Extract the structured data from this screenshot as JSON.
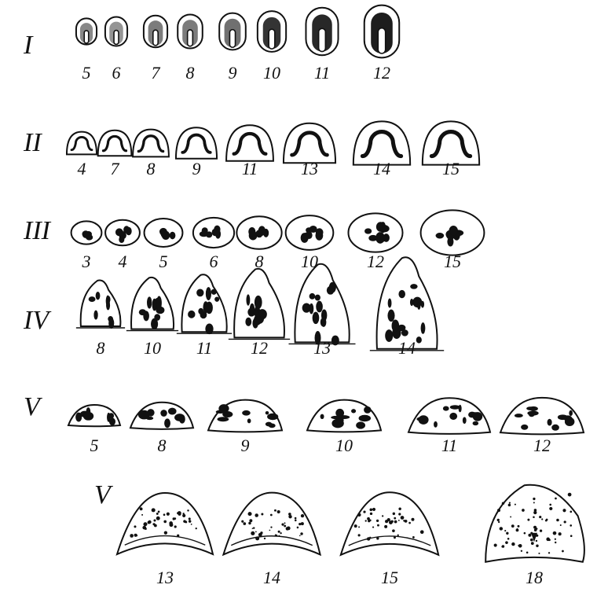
{
  "rows": [
    {
      "label": "I",
      "specimens": [
        {
          "number": "5",
          "shape": "arch",
          "size": 0.18,
          "fill": 0.5
        },
        {
          "number": "6",
          "shape": "arch",
          "size": 0.24,
          "fill": 0.45
        },
        {
          "number": "7",
          "shape": "arch",
          "size": 0.3,
          "fill": 0.55
        },
        {
          "number": "8",
          "shape": "arch",
          "size": 0.34,
          "fill": 0.55
        },
        {
          "number": "9",
          "shape": "arch",
          "size": 0.4,
          "fill": 0.6
        },
        {
          "number": "10",
          "shape": "arch",
          "size": 0.48,
          "fill": 0.85
        },
        {
          "number": "11",
          "shape": "arch",
          "size": 0.62,
          "fill": 0.9
        },
        {
          "number": "12",
          "shape": "arch",
          "size": 0.72,
          "fill": 0.95
        }
      ]
    },
    {
      "label": "II",
      "specimens": [
        {
          "number": "4",
          "shape": "dome-omega",
          "size": 0.18
        },
        {
          "number": "7",
          "shape": "dome-omega",
          "size": 0.24
        },
        {
          "number": "8",
          "shape": "dome-omega",
          "size": 0.28
        },
        {
          "number": "9",
          "shape": "dome-omega",
          "size": 0.36
        },
        {
          "number": "11",
          "shape": "dome-omega",
          "size": 0.46
        },
        {
          "number": "13",
          "shape": "dome-omega",
          "size": 0.54
        },
        {
          "number": "14",
          "shape": "dome-omega",
          "size": 0.62
        },
        {
          "number": "15",
          "shape": "dome-omega",
          "size": 0.62
        }
      ]
    },
    {
      "label": "III",
      "specimens": [
        {
          "number": "3",
          "shape": "oval-core",
          "size": 0.2
        },
        {
          "number": "4",
          "shape": "oval-core",
          "size": 0.26
        },
        {
          "number": "5",
          "shape": "oval-core",
          "size": 0.32
        },
        {
          "number": "6",
          "shape": "oval-core",
          "size": 0.36
        },
        {
          "number": "8",
          "shape": "oval-core",
          "size": 0.42
        },
        {
          "number": "10",
          "shape": "oval-core",
          "size": 0.46
        },
        {
          "number": "12",
          "shape": "oval-core",
          "size": 0.56
        },
        {
          "number": "15",
          "shape": "oval-core",
          "size": 0.7
        }
      ]
    },
    {
      "label": "IV",
      "specimens": [
        {
          "number": "8",
          "shape": "mound-spots",
          "size": 0.3
        },
        {
          "number": "10",
          "shape": "mound-spots",
          "size": 0.36
        },
        {
          "number": "11",
          "shape": "mound-spots",
          "size": 0.42
        },
        {
          "number": "12",
          "shape": "mound-spots",
          "size": 0.54
        },
        {
          "number": "13",
          "shape": "mound-spots",
          "size": 0.64
        },
        {
          "number": "14",
          "shape": "mound-spots",
          "size": 0.78
        }
      ]
    },
    {
      "label": "V",
      "specimens": [
        {
          "number": "5",
          "shape": "lens-spots",
          "size": 0.26
        },
        {
          "number": "8",
          "shape": "lens-spots",
          "size": 0.4
        },
        {
          "number": "9",
          "shape": "lens-spots",
          "size": 0.54
        },
        {
          "number": "10",
          "shape": "lens-spots",
          "size": 0.54
        },
        {
          "number": "11",
          "shape": "lens-spots",
          "size": 0.64
        },
        {
          "number": "12",
          "shape": "lens-spots",
          "size": 0.66
        }
      ]
    },
    {
      "label": "V",
      "specimens": [
        {
          "number": "13",
          "shape": "crescent-dots",
          "size": 0.7
        },
        {
          "number": "14",
          "shape": "crescent-dots",
          "size": 0.72
        },
        {
          "number": "15",
          "shape": "crescent-dots",
          "size": 0.74
        },
        {
          "number": "18",
          "shape": "triangle-dots",
          "size": 0.78
        }
      ]
    }
  ]
}
